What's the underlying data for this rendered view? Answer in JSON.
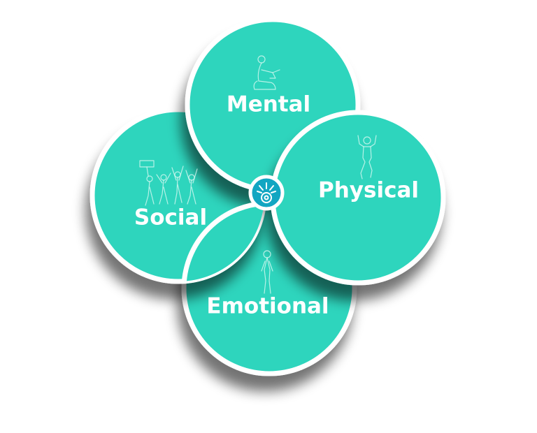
{
  "colors": {
    "circle_fill": "#2dd5bd",
    "circle_stroke": "#ffffff",
    "center_badge": "#12a6c2",
    "label_text": "#ffffff"
  },
  "labels": {
    "mental": "Mental",
    "physical": "Physical",
    "social": "Social",
    "emotional": "Emotional"
  },
  "icons": {
    "mental": "person-sitting-reading-icon",
    "physical": "person-flexing-icon",
    "social": "group-cheering-icon",
    "emotional": "person-standing-icon",
    "center": "sun-gear-logo-icon"
  }
}
